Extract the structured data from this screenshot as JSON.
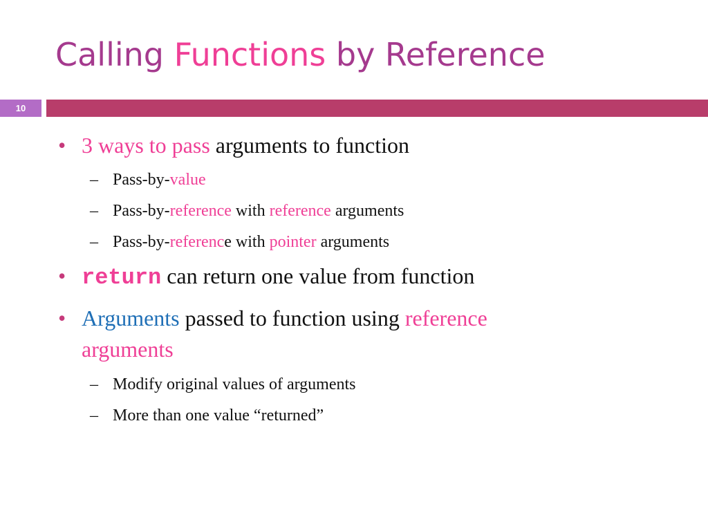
{
  "slide": {
    "title_part1": "Calling ",
    "title_part2": "Functions",
    "title_part3": " by Reference",
    "number": "10"
  },
  "bullets": {
    "b1": {
      "pink": "3 ways to pass",
      "rest": " arguments to function",
      "subs": [
        {
          "a": "Pass-by-",
          "b": "value"
        },
        {
          "a": "Pass-by-",
          "b": "reference",
          "c": " with ",
          "d": "reference",
          "e": " arguments"
        },
        {
          "a": "Pass-by-",
          "b": "referenc",
          "c": "e with ",
          "d": "pointer",
          "e": " arguments"
        }
      ]
    },
    "b2": {
      "code": "return",
      "rest": " can return one value from function"
    },
    "b3": {
      "blue": "Arguments",
      "rest": " passed to function using ",
      "pink1": "reference",
      "pink2": "arguments",
      "subs": [
        "Modify original values of arguments",
        "More than one value “returned”"
      ]
    }
  },
  "colors": {
    "title": "#a53a8e",
    "accent_pink": "#ef3f96",
    "accent_blue": "#1f6fb6",
    "bar": "#b83d6a",
    "number_box": "#b36cc6"
  }
}
